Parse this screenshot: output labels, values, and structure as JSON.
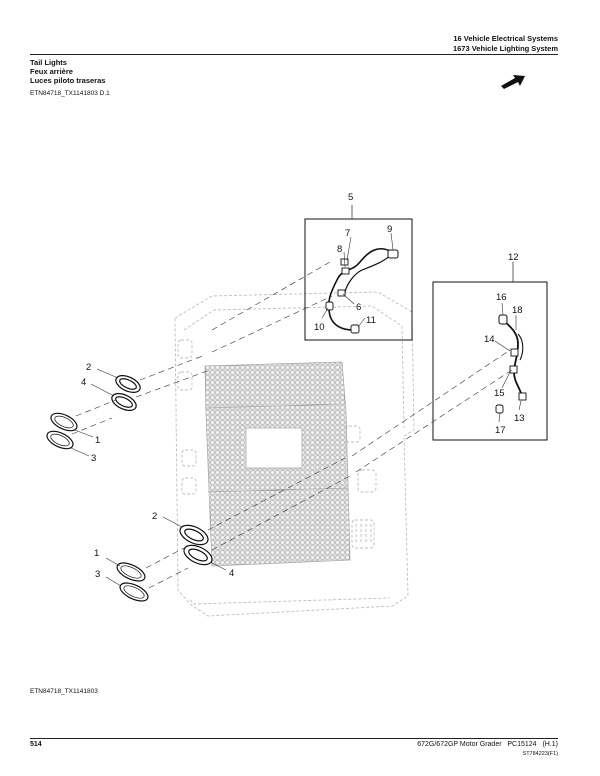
{
  "header": {
    "line1": "16 Vehicle Electrical Systems",
    "line2": "1673 Vehicle Lighting System"
  },
  "section": {
    "title_en": "Tail Lights",
    "title_fr": "Feux arrière",
    "title_es": "Luces piloto traseras",
    "doc_ref": "ETN84718_TX1141803 D.1"
  },
  "diagram": {
    "callouts": {
      "c1a": "1",
      "c2a": "2",
      "c3a": "3",
      "c4a": "4",
      "c1b": "1",
      "c2b": "2",
      "c3b": "3",
      "c4b": "4",
      "c5": "5",
      "c6": "6",
      "c7": "7",
      "c8": "8",
      "c9": "9",
      "c10": "10",
      "c11": "11",
      "c12": "12",
      "c13": "13",
      "c14": "14",
      "c15": "15",
      "c16": "16",
      "c17": "17",
      "c18": "18"
    },
    "arrow_icon": "front-direction-arrow-icon"
  },
  "footer": {
    "ref": "ETN84718_TX1141803",
    "page_number": "514",
    "model": "672G/672GP Motor Grader",
    "pub": "PC15124",
    "rev": "(H.1)",
    "image_id": "ST784223(F1)"
  }
}
